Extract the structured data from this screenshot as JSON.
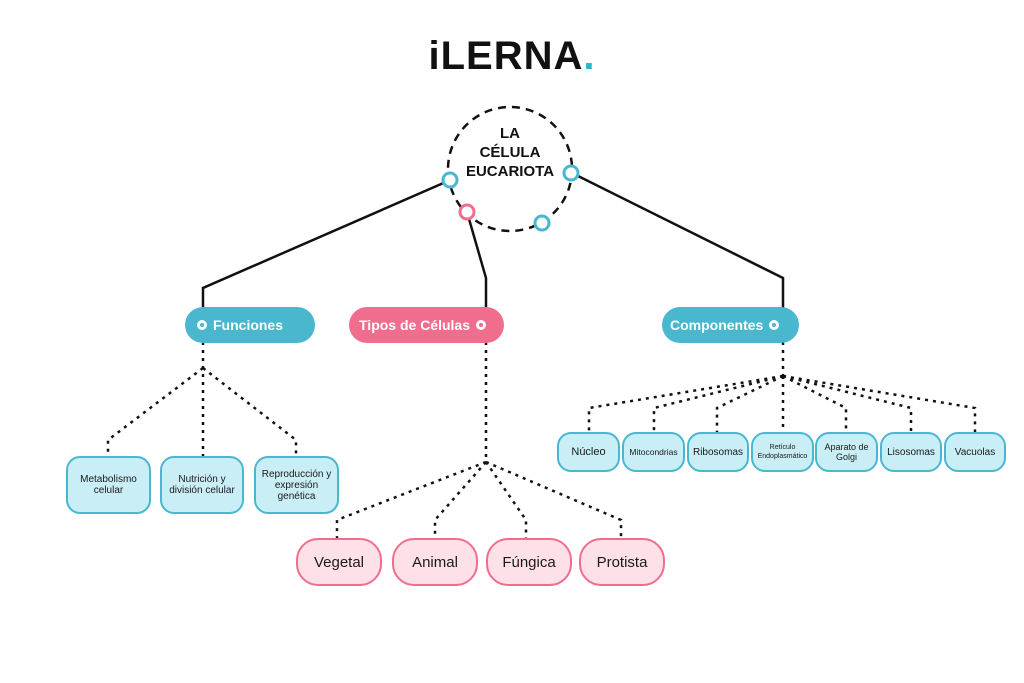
{
  "logo": {
    "text": "iLERNA",
    "dot": ".",
    "accent": "#29b6cf"
  },
  "root": {
    "lines": [
      "LA",
      "CÉLULA",
      "EUCARIOTA"
    ]
  },
  "colors": {
    "blue": "#49b8cf",
    "blue_fill": "#c9eef6",
    "pink": "#f16d8d",
    "pink_fill": "#fde0e8"
  },
  "branches": [
    {
      "label": "Funciones",
      "children": [
        "Metabolismo celular",
        "Nutrición y división celular",
        "Reproducción y expresión genética"
      ]
    },
    {
      "label": "Tipos de Células",
      "children": [
        "Vegetal",
        "Animal",
        "Fúngica",
        "Protista"
      ]
    },
    {
      "label": "Componentes",
      "children": [
        "Núcleo",
        "Mitocondrias",
        "Ribosomas",
        "Retículo Endoplasmático",
        "Aparato de Golgi",
        "Lisosomas",
        "Vacuolas"
      ]
    }
  ]
}
